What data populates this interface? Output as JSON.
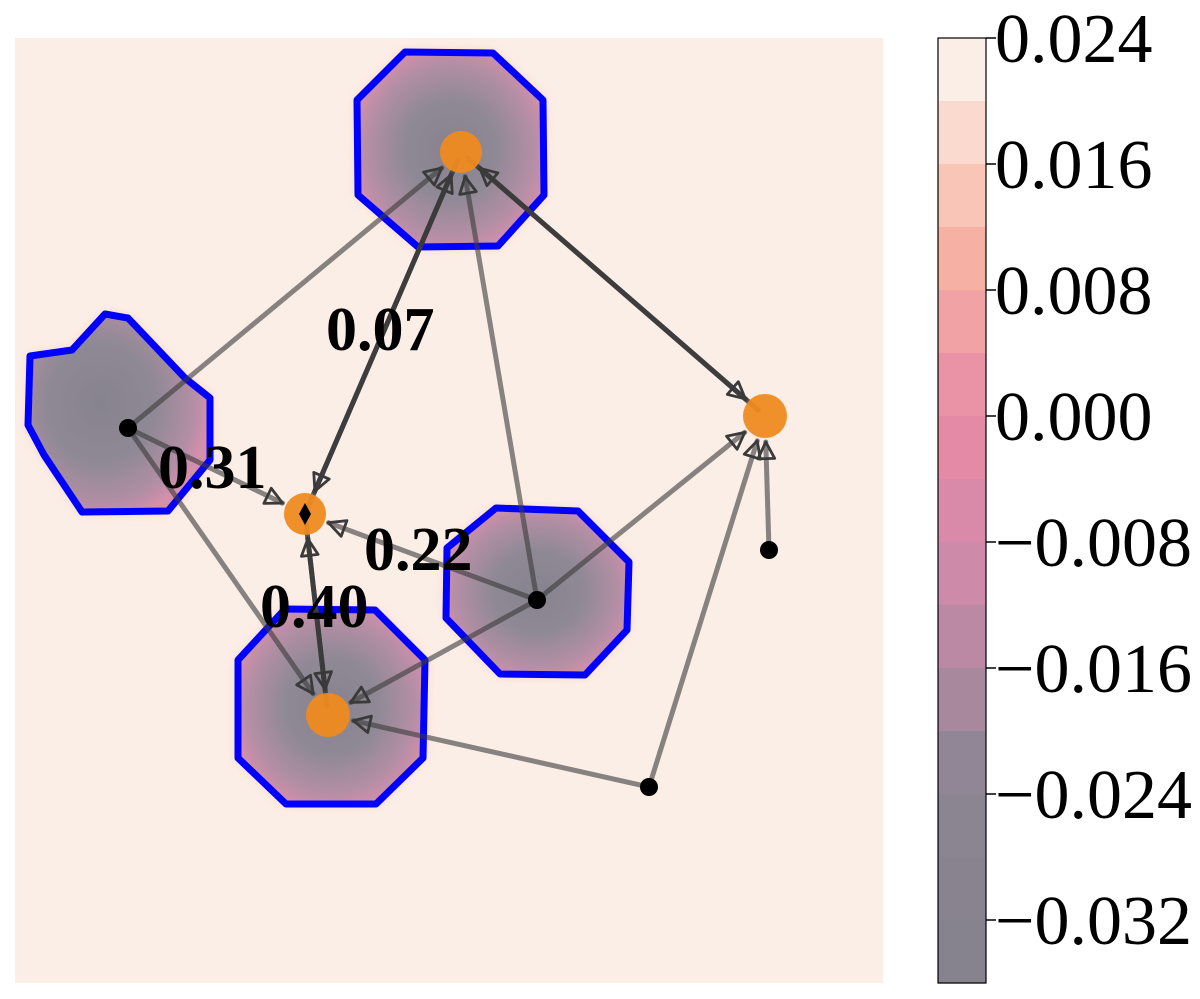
{
  "colors": {
    "background": "#fbeee6",
    "region_outline": "#0000ff",
    "node_highlight": "#ef8a20",
    "node_plain": "#000000",
    "edge": "#3a3a3a",
    "scale_stops": [
      "#fbeee6",
      "#f8b4a4",
      "#e88aa6",
      "#c98aa9",
      "#8d8693",
      "#86828e"
    ]
  },
  "colorbar": {
    "min": -0.036,
    "max": 0.024,
    "bands": 15,
    "ticks": [
      "0.024",
      "0.016",
      "0.008",
      "0.000",
      "−0.008",
      "−0.016",
      "−0.024",
      "−0.032"
    ],
    "tick_values": [
      0.024,
      0.016,
      0.008,
      0.0,
      -0.008,
      -0.016,
      -0.024,
      -0.032
    ]
  },
  "nodes": [
    {
      "id": "top",
      "kind": "highlight",
      "icon": "filled-circle"
    },
    {
      "id": "left",
      "kind": "plain",
      "icon": "filled-circle"
    },
    {
      "id": "right",
      "kind": "highlight",
      "icon": "filled-circle"
    },
    {
      "id": "center",
      "kind": "target",
      "icon": "diamond"
    },
    {
      "id": "mid-right",
      "kind": "plain",
      "icon": "filled-circle"
    },
    {
      "id": "bottom-left",
      "kind": "highlight",
      "icon": "filled-circle"
    },
    {
      "id": "small-right",
      "kind": "plain",
      "icon": "filled-circle"
    },
    {
      "id": "bottom-right",
      "kind": "plain",
      "icon": "filled-circle"
    }
  ],
  "edges": [
    {
      "from": "left",
      "to": "top",
      "opacity": 0.6
    },
    {
      "from": "left",
      "to": "center",
      "opacity": 0.6
    },
    {
      "from": "left",
      "to": "bottom-left",
      "opacity": 0.6
    },
    {
      "from": "top",
      "to": "center",
      "opacity": 0.85
    },
    {
      "from": "center",
      "to": "top",
      "opacity": 0.85
    },
    {
      "from": "top",
      "to": "right",
      "opacity": 0.85
    },
    {
      "from": "right",
      "to": "top",
      "opacity": 0.85
    },
    {
      "from": "mid-right",
      "to": "top",
      "opacity": 0.6
    },
    {
      "from": "mid-right",
      "to": "center",
      "opacity": 0.6
    },
    {
      "from": "mid-right",
      "to": "right",
      "opacity": 0.6
    },
    {
      "from": "mid-right",
      "to": "bottom-left",
      "opacity": 0.6
    },
    {
      "from": "center",
      "to": "bottom-left",
      "opacity": 0.85
    },
    {
      "from": "bottom-left",
      "to": "center",
      "opacity": 0.85
    },
    {
      "from": "small-right",
      "to": "right",
      "opacity": 0.6
    },
    {
      "from": "bottom-right",
      "to": "right",
      "opacity": 0.6
    },
    {
      "from": "bottom-right",
      "to": "bottom-left",
      "opacity": 0.6
    }
  ],
  "edge_labels": [
    "0.07",
    "0.31",
    "0.22",
    "0.40"
  ],
  "regions": [
    "region-top",
    "region-left",
    "region-mid-right",
    "region-bottom-left"
  ]
}
